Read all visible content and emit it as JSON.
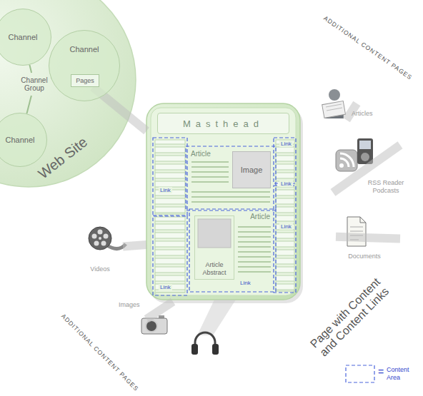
{
  "diagram": {
    "nodes": [
      {
        "text": [
          "Web Site"
        ]
      },
      {
        "text": [
          "Channel"
        ],
        "in": 0
      },
      {
        "text": [
          "Channel Group"
        ],
        "in": 0
      },
      {
        "text": [
          "Channel"
        ],
        "in": 0
      },
      {
        "text": [
          "Pages"
        ],
        "in": 3
      },
      {
        "text": [
          "Channel"
        ],
        "in": 0
      },
      {
        "text": [
          "Page with Content and Content Links"
        ]
      },
      {
        "text": [
          "Masthead"
        ],
        "in": 6
      },
      {
        "text": [
          "Article"
        ],
        "in": 6
      },
      {
        "text": [
          "Image"
        ],
        "in": 8
      },
      {
        "text": [
          "Article"
        ],
        "in": 6
      },
      {
        "text": [
          "Article Abstract"
        ],
        "in": 10
      },
      {
        "text": [
          "Articles"
        ]
      },
      {
        "text": [
          "RSS Reader Podcasts"
        ]
      },
      {
        "text": [
          "Documents"
        ]
      },
      {
        "text": [
          "Videos"
        ]
      },
      {
        "text": [
          "Images"
        ]
      }
    ],
    "edges": [
      {
        "from": 2,
        "to": 1,
        "arrow": "none"
      },
      {
        "from": 2,
        "to": 3,
        "arrow": "none"
      },
      {
        "from": 2,
        "to": 5,
        "arrow": "none"
      },
      {
        "from": 4,
        "to": 6,
        "arrow": "none"
      },
      {
        "from": 6,
        "to": 12,
        "arrow": "none"
      },
      {
        "from": 6,
        "to": 13,
        "arrow": "none"
      },
      {
        "from": 6,
        "to": 14,
        "arrow": "none"
      },
      {
        "from": 6,
        "to": 15,
        "arrow": "none"
      },
      {
        "from": 6,
        "to": 16,
        "arrow": "none"
      }
    ],
    "labels": [
      "ADDITIONAL CONTENT PAGES",
      "Link",
      "Link",
      "Link",
      "Link",
      "Link",
      "Link",
      "ADDITIONAL CONTENT PAGES",
      "="
    ],
    "legend": [
      {
        "text": "Content Area"
      }
    ]
  }
}
